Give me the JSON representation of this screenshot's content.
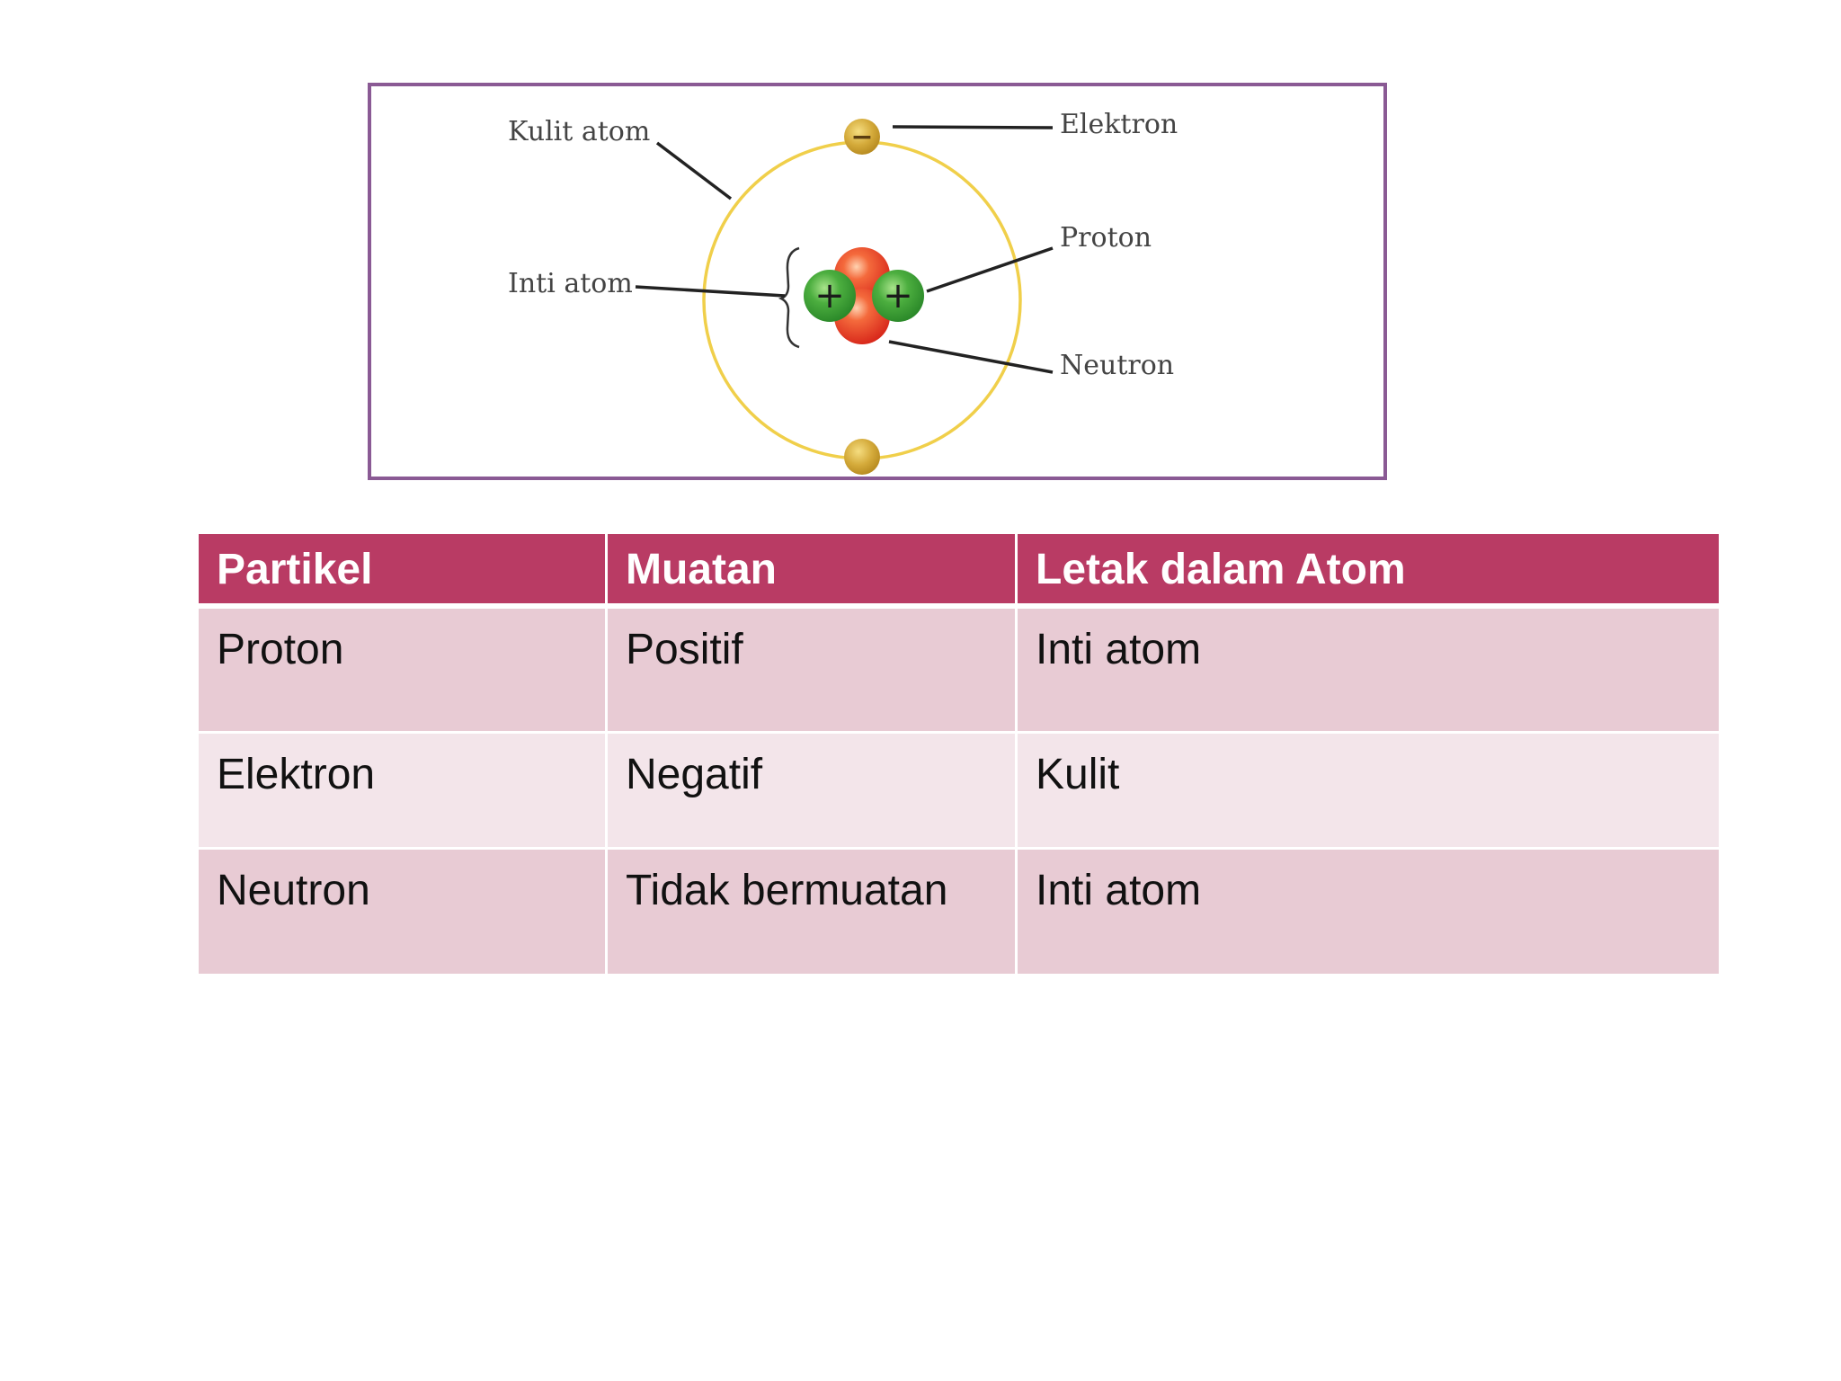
{
  "diagram": {
    "labels": {
      "shell": "Kulit atom",
      "nucleus": "Inti atom",
      "electron": "Elektron",
      "proton": "Proton",
      "neutron": "Neutron"
    },
    "symbols": {
      "electron_sign": "−",
      "proton_sign": "+"
    },
    "colors": {
      "frame": "#8a5a94",
      "orbit": "#f0cf4a",
      "electron": "#c9a232",
      "proton": "#3aa33a",
      "neutron": "#e8452a"
    }
  },
  "table": {
    "headers": [
      "Partikel",
      "Muatan",
      "Letak dalam Atom"
    ],
    "rows": [
      [
        "Proton",
        "Positif",
        "Inti atom"
      ],
      [
        "Elektron",
        "Negatif",
        "Kulit"
      ],
      [
        "Neutron",
        "Tidak bermuatan",
        "Inti atom"
      ]
    ],
    "colors": {
      "header_bg": "#b93b64",
      "row_dark": "#e8cbd4",
      "row_light": "#f3e5ea"
    }
  }
}
